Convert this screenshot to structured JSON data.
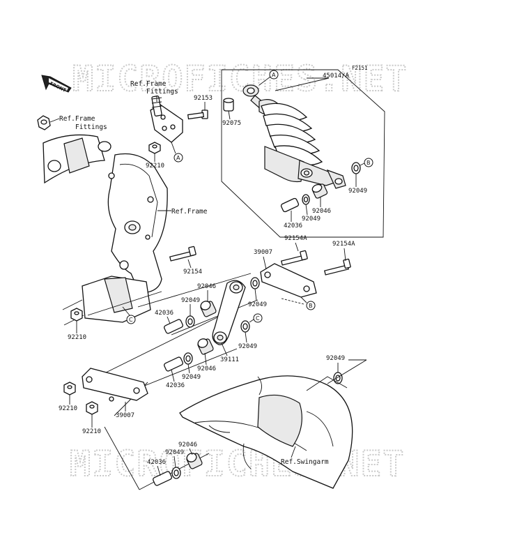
{
  "diagram": {
    "code": "F2151",
    "watermark": "MICROFICHES.NET",
    "front_label": "FRONT",
    "refs": {
      "frame_fittings_top": [
        "Ref.Frame",
        "Fittings"
      ],
      "frame_fittings_left": [
        "Ref.Frame",
        "Fittings"
      ],
      "frame": "Ref.Frame",
      "swingarm": "Ref.Swingarm"
    },
    "callouts": [
      "A",
      "B",
      "C"
    ],
    "parts": {
      "p45014A": "45014/A",
      "p92075": "92075",
      "p92153": "92153",
      "p92210_a": "92210",
      "p92049_b": "92049",
      "p92046_a": "92046",
      "p92049_c": "92049",
      "p42036_a": "42036",
      "p92154A_a": "92154A",
      "p92154A_b": "92154A",
      "p39007_a": "39007",
      "p92154": "92154",
      "p92046_b": "92046",
      "p92049_d": "92049",
      "p42036_b": "42036",
      "p92049_e": "92049",
      "p92049_f": "92049",
      "p92210_b": "92210",
      "p39111": "39111",
      "p92046_c": "92046",
      "p42036_c": "42036",
      "p92049_g": "92049",
      "p92049_h": "92049",
      "p92210_c": "92210",
      "p39007_b": "39007",
      "p92210_d": "92210",
      "p92046_d": "92046",
      "p92049_i": "92049",
      "p42036_d": "42036"
    }
  }
}
